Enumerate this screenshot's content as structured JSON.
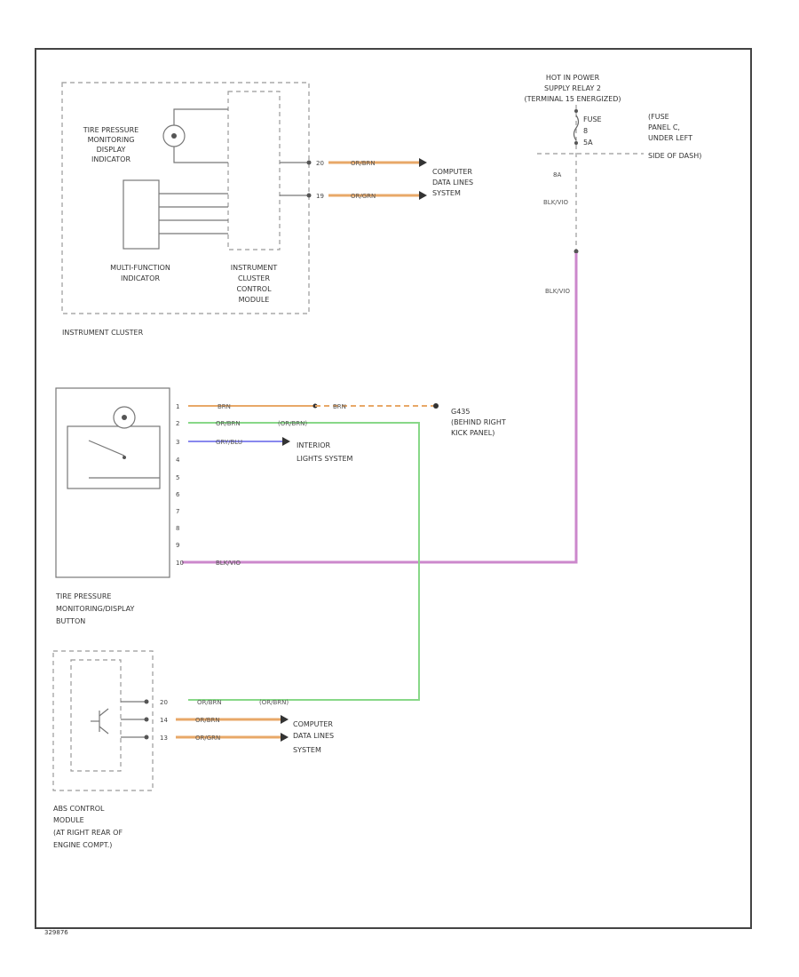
{
  "instrument_cluster": {
    "tpms_display_indicator": [
      "TIRE PRESSURE",
      "MONITORING",
      "DISPLAY",
      "INDICATOR"
    ],
    "multifunction_indicator": [
      "MULTI-FUNCTION",
      "INDICATOR"
    ],
    "control_module": [
      "INSTRUMENT",
      "CLUSTER",
      "CONTROL",
      "MODULE"
    ],
    "title": "INSTRUMENT CLUSTER",
    "pin_a": "20",
    "pin_b": "19",
    "wire_a": "OR/BRN",
    "wire_b": "OR/GRN",
    "dest": [
      "COMPUTER",
      "DATA LINES",
      "SYSTEM"
    ]
  },
  "power": {
    "hot_label": [
      "HOT IN POWER",
      "SUPPLY RELAY 2",
      "(TERMINAL 15 ENERGIZED)"
    ],
    "fuse": "FUSE",
    "fuse_num": "8",
    "fuse_amp": "5A",
    "fuse_panel": [
      "(FUSE",
      "PANEL C,",
      "UNDER LEFT",
      "SIDE OF DASH)"
    ],
    "pin": "8A",
    "wire1": "BLK/VIO",
    "wire2": "BLK/VIO"
  },
  "button": {
    "pins": [
      "1",
      "2",
      "3",
      "4",
      "5",
      "6",
      "7",
      "8",
      "9",
      "10"
    ],
    "wire_gnd": "BRN",
    "wire_gnd2": "BRN",
    "gnd_label": [
      "G435",
      "(BEHIND RIGHT",
      "KICK PANEL)"
    ],
    "wire_canh": "OR/BRN",
    "wire_canh2": "(OR/BRN)",
    "wire_light": "GRY/BLU",
    "light_dest": [
      "INTERIOR",
      "LIGHTS SYSTEM"
    ],
    "wire_power": "BLK/VIO",
    "title": [
      "TIRE PRESSURE",
      "MONITORING/DISPLAY",
      "BUTTON"
    ]
  },
  "abs": {
    "pin_a": "20",
    "pin_b": "14",
    "pin_c": "13",
    "wire_a": "OR/BRN",
    "wire_a2": "(OR/BRN)",
    "wire_b": "OR/BRN",
    "wire_c": "OR/GRN",
    "dest": [
      "COMPUTER",
      "DATA LINES",
      "SYSTEM"
    ],
    "title": [
      "ABS CONTROL",
      "MODULE",
      "(AT RIGHT REAR OF",
      "ENGINE COMPT.)"
    ]
  },
  "footer": {
    "code": "329876"
  },
  "colors": {
    "orange_wire": "#e8a868",
    "green_wire": "#88d888",
    "violet_wire": "#cc88cc",
    "blue_wire": "#8888ee"
  }
}
